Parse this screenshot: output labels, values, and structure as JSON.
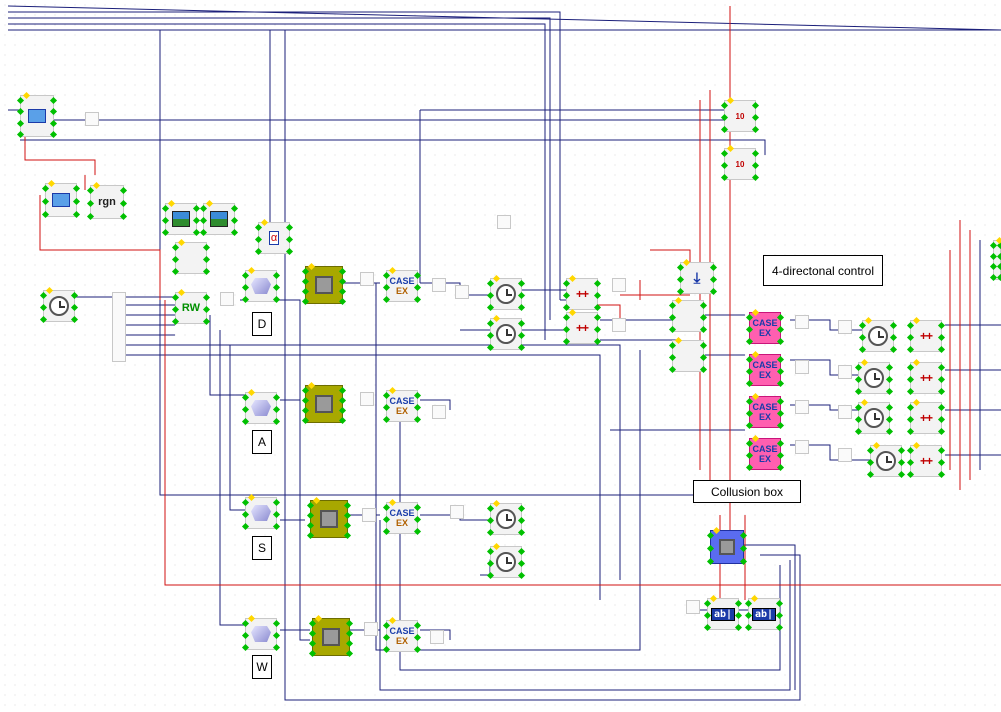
{
  "labels": {
    "d": "D",
    "a": "A",
    "s": "S",
    "w": "W",
    "four_dir": "4-directonal control",
    "collusion": "Collusion box"
  },
  "glyphs": {
    "case_top": "CASE",
    "case_bottom": "EX",
    "plusplus": "++",
    "rw": "RW",
    "rgn": "rgn",
    "alpha": "α",
    "ab": "ab|",
    "ten": "10"
  },
  "colors": {
    "wire_navy": "#1b1f7a",
    "wire_red": "#d01010",
    "pin_green": "#00c000",
    "olive": "#a8a800",
    "pink": "#ff5fb0",
    "blue_node": "#5a6cf0"
  }
}
